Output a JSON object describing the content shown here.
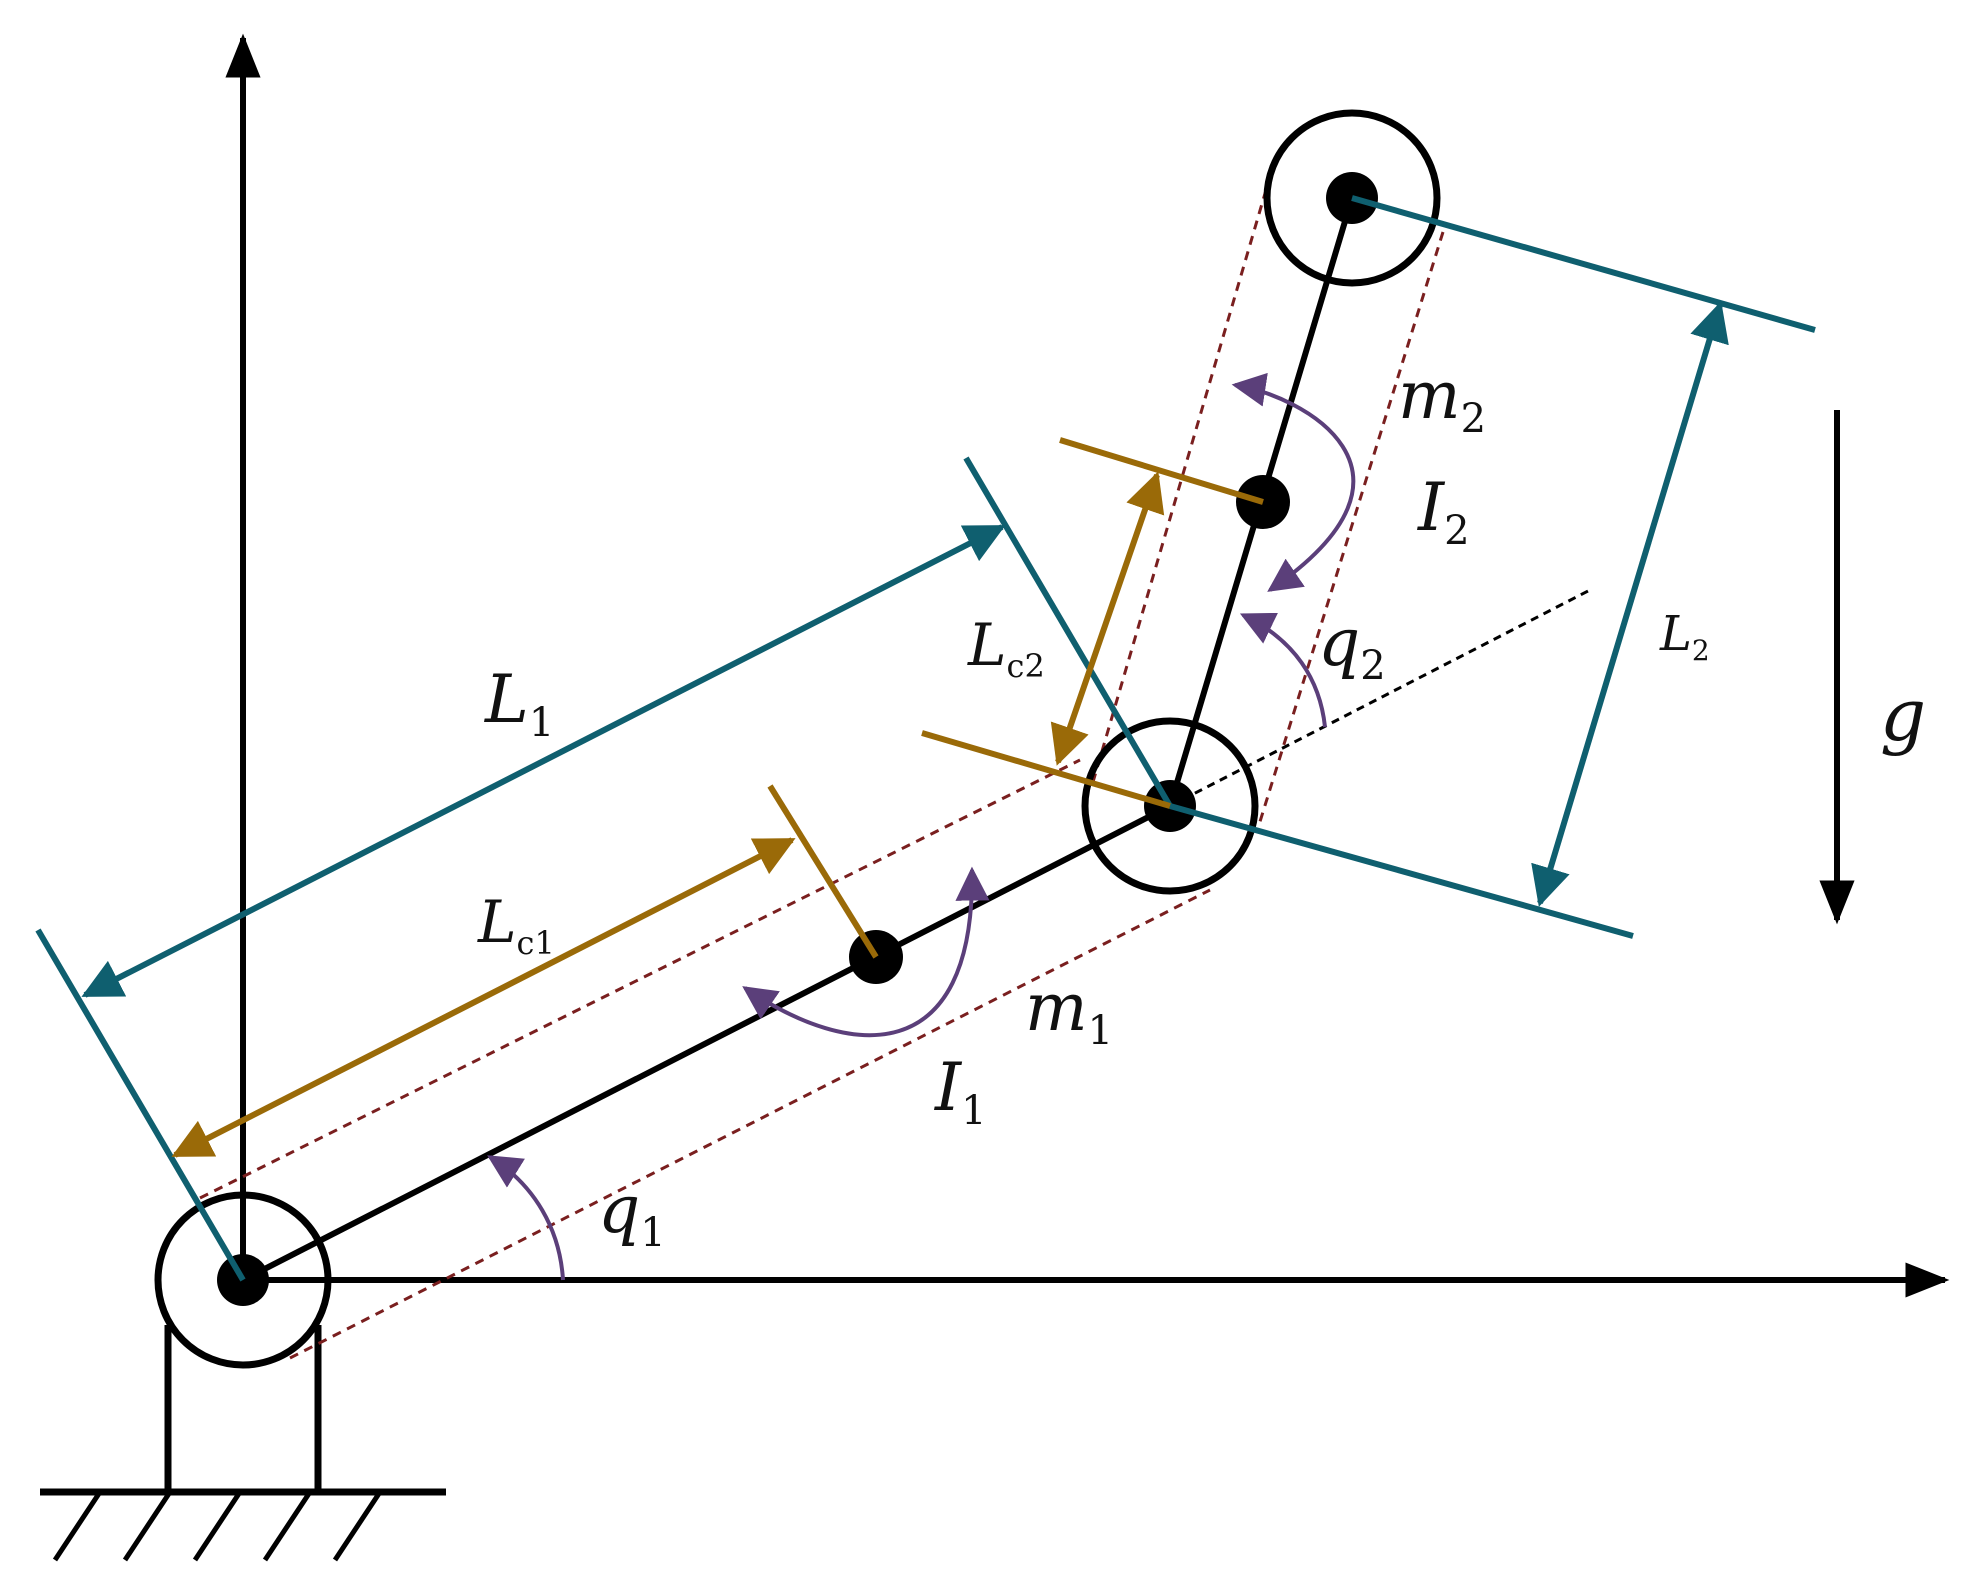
{
  "colors": {
    "link": "#000000",
    "length_total": "#0f5f6f",
    "length_com": "#9a6a08",
    "inertia": "#5b3f7a",
    "envelope": "#7a1f1f"
  },
  "labels": {
    "L1": {
      "main": "L",
      "sub": "1"
    },
    "Lc1": {
      "main": "L",
      "sub": "c1"
    },
    "L2": {
      "main": "L",
      "sub": "2"
    },
    "Lc2": {
      "main": "L",
      "sub": "c2"
    },
    "m1": {
      "main": "m",
      "sub": "1"
    },
    "m2": {
      "main": "m",
      "sub": "2"
    },
    "I1": {
      "main": "I",
      "sub": "1"
    },
    "I2": {
      "main": "I",
      "sub": "2"
    },
    "q1": {
      "main": "q",
      "sub": "1"
    },
    "q2": {
      "main": "q",
      "sub": "2"
    },
    "g": {
      "main": "g"
    }
  }
}
